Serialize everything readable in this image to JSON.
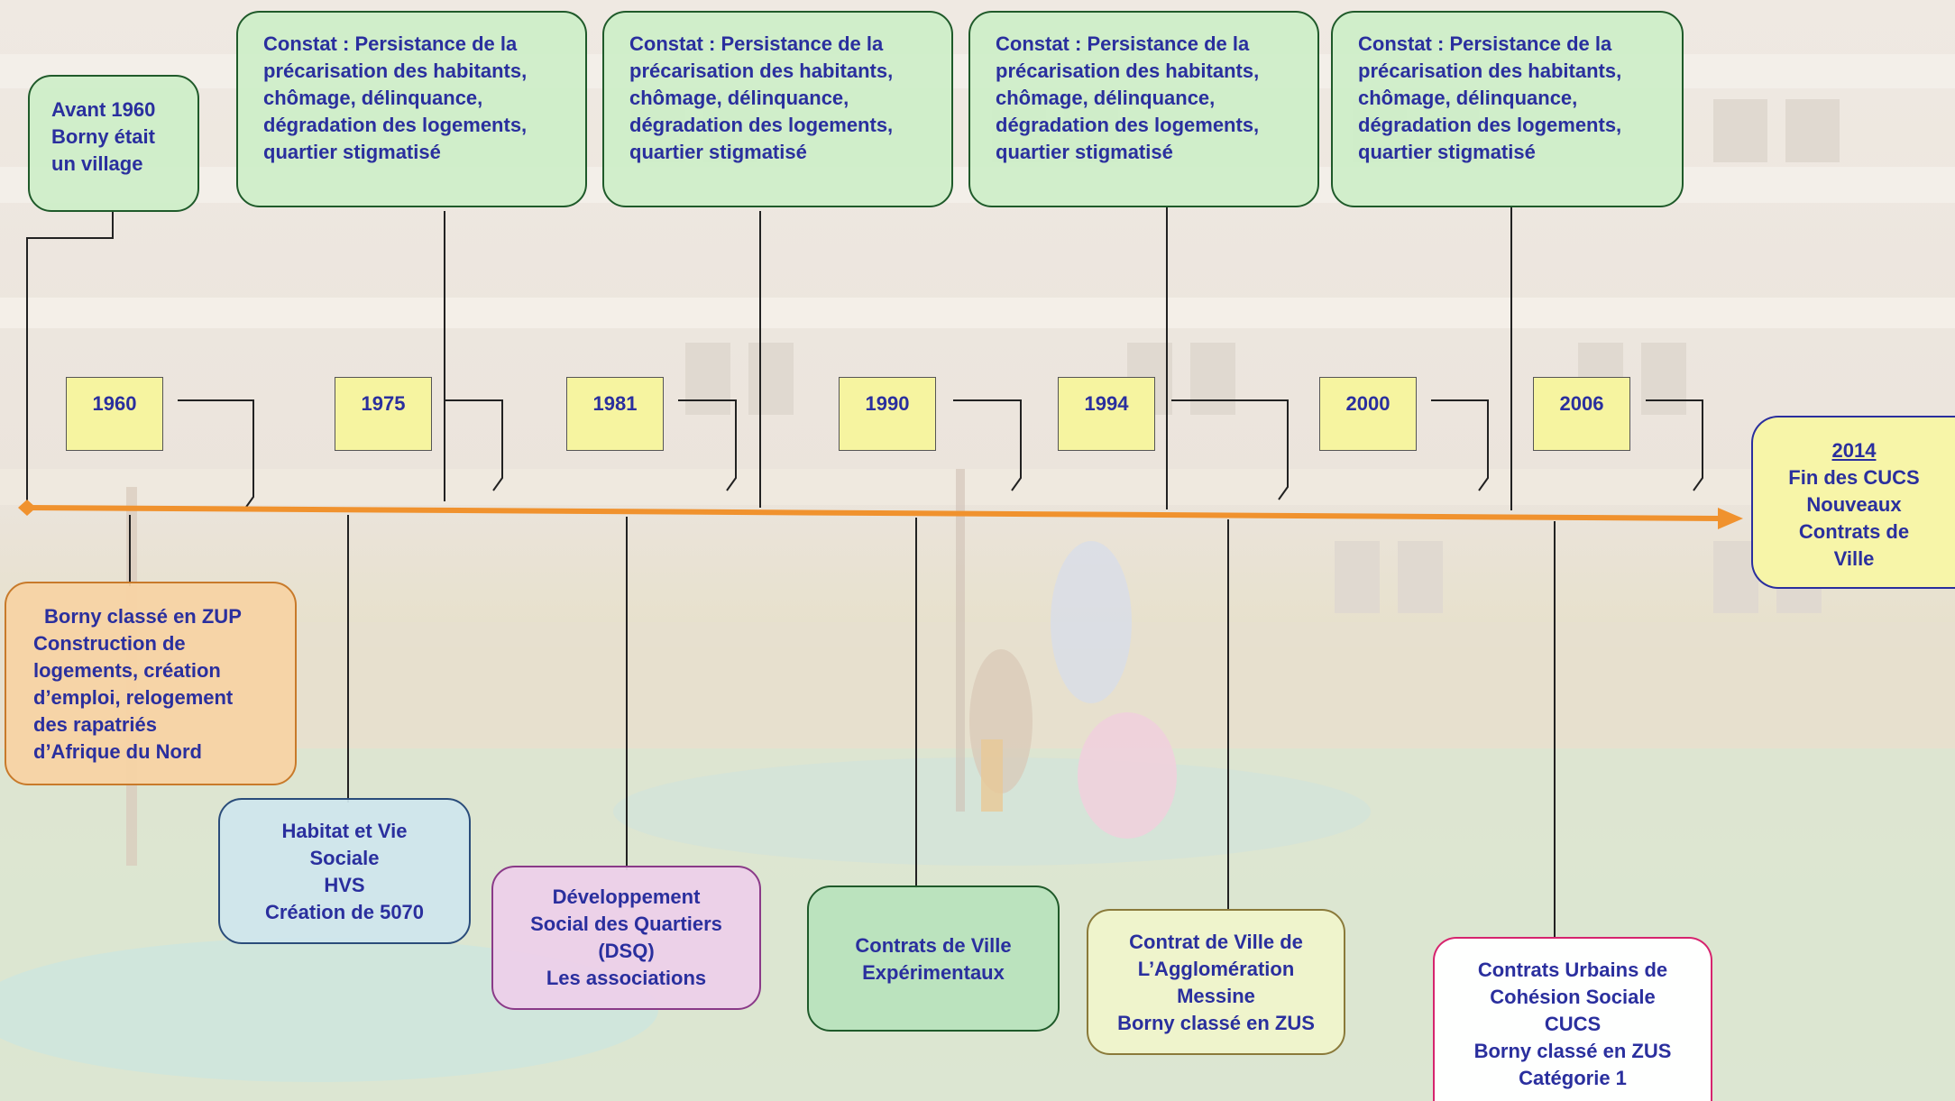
{
  "colors": {
    "text": "#2a2f9e",
    "timeline": "#f0922e",
    "year_box_fill": "#f6f4a0",
    "green_box_fill": "#cdeec8",
    "orange_box_fill": "#f7d3a4",
    "blue_box_fill": "#cfe6ec",
    "pink_box_fill": "#ecd0e9",
    "green2_box_fill": "#b8e3bd",
    "lime_box_fill": "#eff4cb",
    "magenta_border": "#d6246e",
    "end_box_fill": "#f7f5a8"
  },
  "top_boxes": {
    "avant1960": [
      "Avant 1960",
      "Borny était",
      "un village"
    ],
    "constat": [
      "Constat : Persistance de la",
      "précarisation des habitants,",
      "chômage,  délinquance,",
      "dégradation des logements,",
      "quartier stigmatisé"
    ]
  },
  "years": [
    "1960",
    "1975",
    "1981",
    "1990",
    "1994",
    "2000",
    "2006"
  ],
  "end_box": {
    "year": "2014",
    "lines": [
      "Fin des CUCS",
      "Nouveaux",
      "Contrats de",
      "Ville"
    ]
  },
  "bottom_boxes": {
    "zup": [
      "Borny classé en ZUP",
      "Construction de",
      "logements, création",
      "d’emploi, relogement",
      "des rapatriés",
      "d’Afrique du Nord"
    ],
    "hvs": [
      "Habitat et Vie",
      "Sociale",
      "HVS",
      "Création de 5070"
    ],
    "dsq": [
      "Développement",
      "Social des Quartiers",
      "(DSQ)",
      "Les associations"
    ],
    "cve": [
      "Contrats de Ville",
      "Expérimentaux"
    ],
    "cva": [
      "Contrat de Ville de",
      "L’Agglomération",
      "Messine",
      "Borny classé en ZUS"
    ],
    "cucs": [
      "Contrats Urbains de",
      "Cohésion Sociale",
      "CUCS",
      "Borny classé en ZUS",
      "Catégorie 1"
    ]
  }
}
